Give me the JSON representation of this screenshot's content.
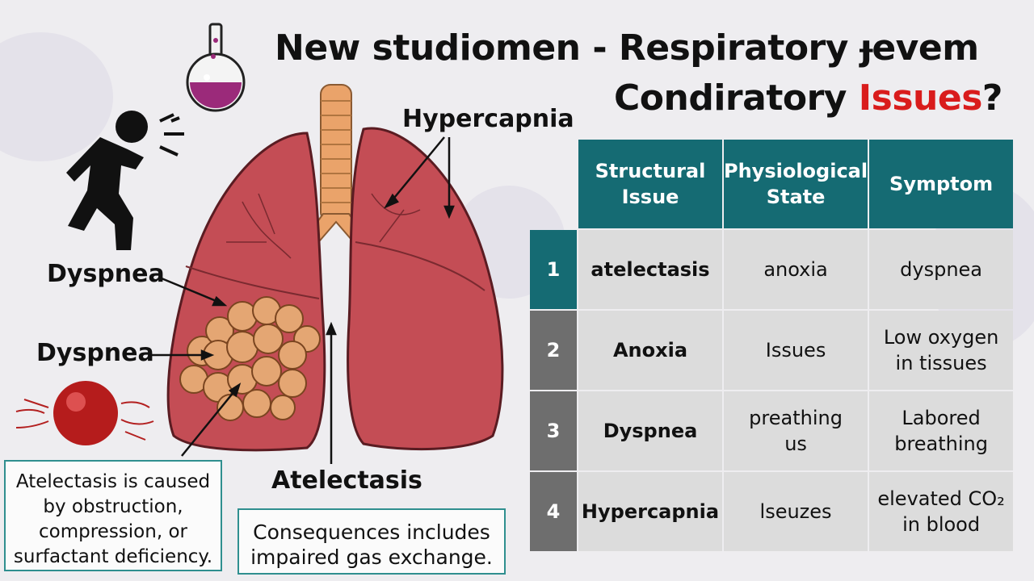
{
  "title": {
    "line1": "New studiomen  - Respiratory ɟevem",
    "line2_main": "Condiratory ",
    "line2_accent": "Issues",
    "line2_end": "?"
  },
  "labels": {
    "hypercapnia": "Hypercapnia",
    "dyspnea_upper": "Dyspnea",
    "dyspnea_lower": "Dyspnea",
    "atelectasis": "Atelectasis"
  },
  "notes": {
    "cause": [
      "Atelectasis is caused",
      "by obstruction,",
      "compression, or",
      "surfactant deficiency."
    ],
    "consequence": [
      "Consequences includes",
      "impaired gas exchange."
    ]
  },
  "table": {
    "headers": [
      [
        "Structural",
        "Issue"
      ],
      [
        "Physiological",
        "State"
      ],
      [
        "Symptom"
      ]
    ],
    "rows": [
      {
        "num": "1",
        "issue": "atelectasis",
        "state": [
          "anoxia"
        ],
        "symptom": [
          "dyspnea"
        ]
      },
      {
        "num": "2",
        "issue": "Anoxia",
        "state": [
          "Issues"
        ],
        "symptom": [
          "Low oxygen",
          "in tissues"
        ]
      },
      {
        "num": "3",
        "issue": "Dyspnea",
        "state": [
          "preathing",
          "us"
        ],
        "symptom": [
          "Labored",
          "breathing"
        ]
      },
      {
        "num": "4",
        "issue": "Hypercapnia",
        "state": [
          "lseuzes"
        ],
        "symptom": [
          "elevated CO₂",
          "in blood"
        ]
      }
    ]
  },
  "colors": {
    "header_teal": "#156b73",
    "row1_num": "#156b73",
    "row_num_gray": "#6e6e6e",
    "accent_red": "#d91c1c",
    "lung": "#c44d55",
    "note_border": "#2f8f8f"
  }
}
